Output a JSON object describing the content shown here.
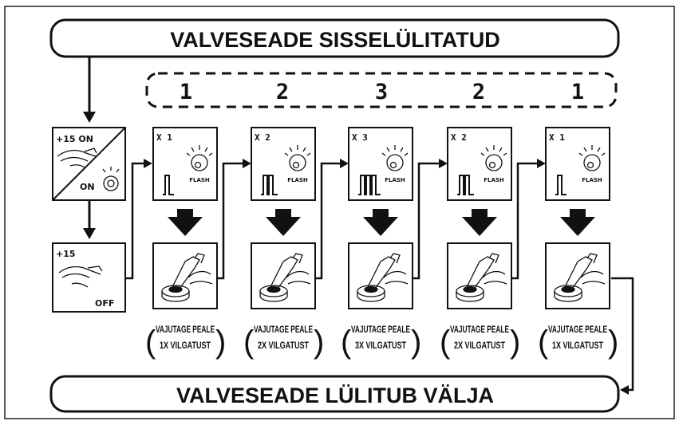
{
  "header_banner": "VALVESEADE SISSELÜLITATUD",
  "footer_banner": "VALVESEADE LÜLITUB VÄLJA",
  "sequence_numbers": [
    "1",
    "2",
    "3",
    "2",
    "1"
  ],
  "ignition_on_panel": {
    "top_label": "+15 ON",
    "bottom_label": "ON"
  },
  "ignition_off_panel": {
    "top_label": "+15",
    "bottom_label": "OFF"
  },
  "steps": [
    {
      "multiplier": "X 1",
      "flash_label": "FLASH",
      "pulses": 1,
      "caption_line1": "VAJUTAGE PEALE",
      "caption_line2": "1X VILGATUST"
    },
    {
      "multiplier": "X 2",
      "flash_label": "FLASH",
      "pulses": 2,
      "caption_line1": "VAJUTAGE PEALE",
      "caption_line2": "2X VILGATUST"
    },
    {
      "multiplier": "X 3",
      "flash_label": "FLASH",
      "pulses": 3,
      "caption_line1": "VAJUTAGE PEALE",
      "caption_line2": "3X VILGATUST"
    },
    {
      "multiplier": "X 2",
      "flash_label": "FLASH",
      "pulses": 2,
      "caption_line1": "VAJUTAGE PEALE",
      "caption_line2": "2X VILGATUST"
    },
    {
      "multiplier": "X 1",
      "flash_label": "FLASH",
      "pulses": 1,
      "caption_line1": "VAJUTAGE PEALE",
      "caption_line2": "1X VILGATUST"
    }
  ],
  "paren_open": "(",
  "paren_close": ")",
  "icons": {
    "led": "blinking-led-icon",
    "pulse": "pulse-waveform-icon",
    "press": "finger-pressing-button-icon",
    "key": "ignition-key-hand-icon"
  },
  "colors": {
    "ink": "#111111",
    "paper": "#ffffff",
    "frame": "#222222"
  }
}
